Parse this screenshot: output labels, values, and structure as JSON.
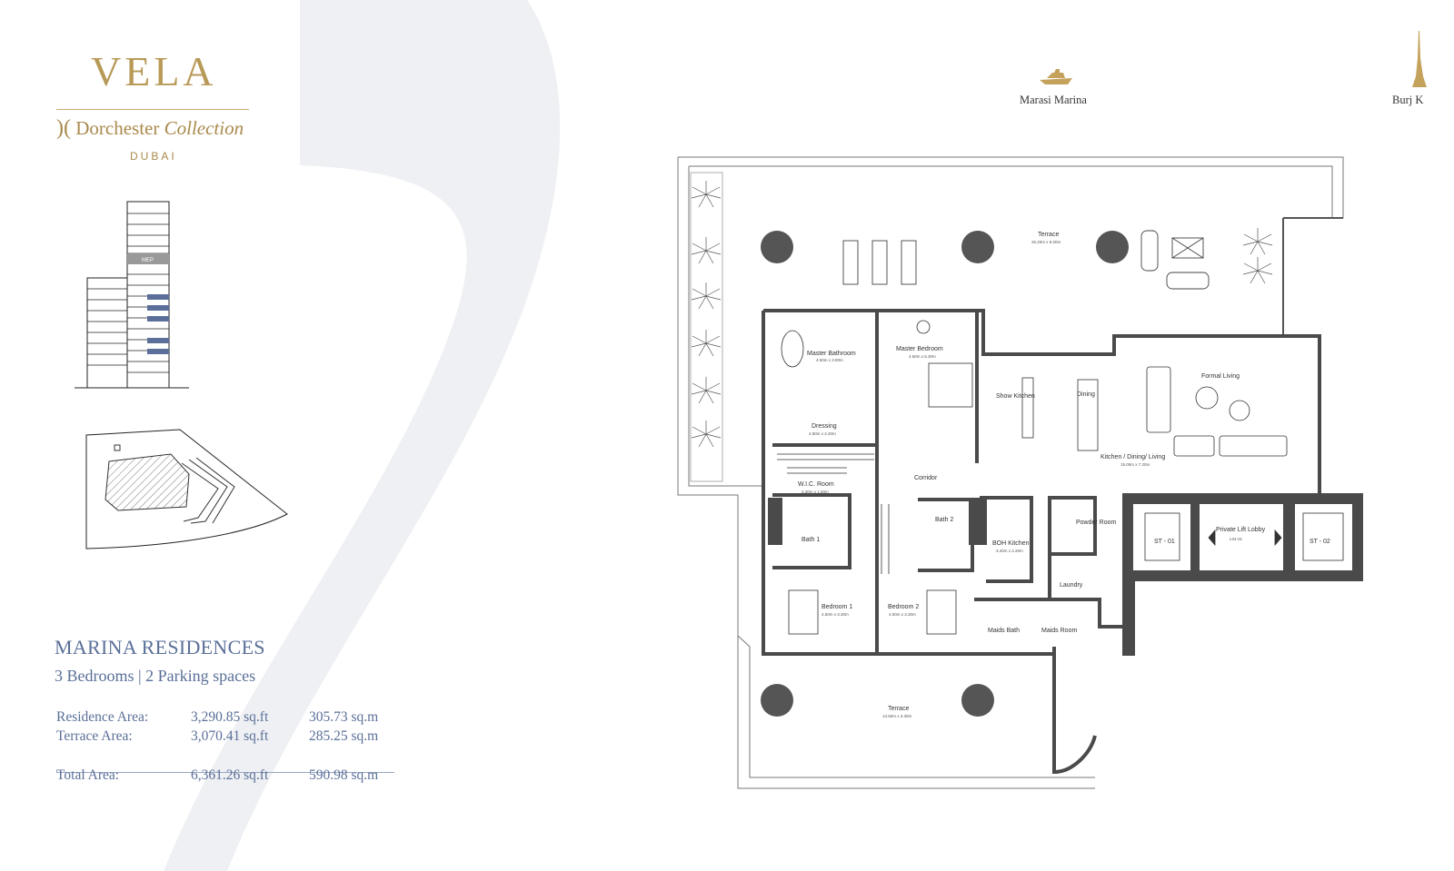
{
  "brand": {
    "name": "VELA",
    "collection_prefix": "Dorchester",
    "collection_suffix": "Collection",
    "city": "DUBAI"
  },
  "building": {
    "mep_label": "MEP"
  },
  "unit": {
    "title": "MARINA RESIDENCES",
    "subtitle": "3 Bedrooms | 2 Parking spaces"
  },
  "areas": [
    {
      "label": "Residence Area:",
      "sqft": "3,290.85 sq.ft",
      "sqm": "305.73 sq.m"
    },
    {
      "label": "Terrace Area:",
      "sqft": "3,070.41 sq.ft",
      "sqm": "285.25 sq.m"
    }
  ],
  "total": {
    "label": "Total Area:",
    "sqft": "6,361.26 sq.ft",
    "sqm": "590.98 sq.m"
  },
  "landmarks": [
    {
      "name": "Marasi Marina",
      "icon": "yacht-icon"
    },
    {
      "name": "Burj K",
      "icon": "burj-khalifa-icon"
    }
  ],
  "rooms": {
    "terrace_top": {
      "name": "Terrace",
      "dims": "26.20m x 8.00m"
    },
    "master_bathroom": {
      "name": "Master Bathroom",
      "dims": "4.50m x 3.80m"
    },
    "master_bedroom": {
      "name": "Master Bedroom",
      "dims": "4.50m x 6.30m"
    },
    "show_kitchen": {
      "name": "Show Kitchen"
    },
    "dining": {
      "name": "Dining"
    },
    "formal_living": {
      "name": "Formal Living"
    },
    "kitchen_dining_living": {
      "name": "Kitchen / Dining/ Living",
      "dims": "15.00m x 7.20m"
    },
    "dressing": {
      "name": "Dressing",
      "dims": "4.50m x 2.40m"
    },
    "corridor": {
      "name": "Corridor"
    },
    "wic_room": {
      "name": "W.I.C. Room",
      "dims": "3.30m x 1.50m"
    },
    "bath1": {
      "name": "Bath 1"
    },
    "bath2": {
      "name": "Bath 2"
    },
    "boh_kitchen": {
      "name": "BOH Kitchen",
      "dims": "3.40m x 4.20m"
    },
    "powder_room": {
      "name": "Powder Room"
    },
    "laundry": {
      "name": "Laundry"
    },
    "st01": {
      "name": "ST - 01"
    },
    "st02": {
      "name": "ST - 02"
    },
    "lift_lobby": {
      "name": "Private Lift Lobby",
      "code": "L04-01"
    },
    "bedroom1": {
      "name": "Bedroom 1",
      "dims": "4.50m x 3.30m"
    },
    "bedroom2": {
      "name": "Bedroom 2",
      "dims": "4.00m x 3.30m"
    },
    "maids_bath": {
      "name": "Maids Bath"
    },
    "maids_room": {
      "name": "Maids Room"
    },
    "terrace_bottom": {
      "name": "Terrace",
      "dims": "13.50m x 3.30m"
    }
  },
  "colors": {
    "gold": "#b3924d",
    "navy": "#5a6f98",
    "wall": "#4a4a4a",
    "swoosh": "#eef0f3",
    "highlight": "#5b6f9a"
  }
}
